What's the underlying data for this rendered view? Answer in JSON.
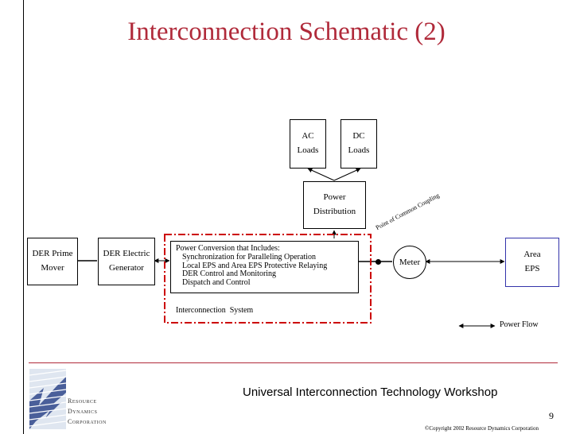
{
  "slide": {
    "title": "Interconnection Schematic (2)",
    "page_number": "9",
    "copyright": "©Copyright 2002 Resource Dynamics Corporation",
    "footer_title": "Universal Interconnection Technology Workshop",
    "title_color": "#b02a3a"
  },
  "diagram": {
    "ac_loads": [
      "AC",
      "Loads"
    ],
    "dc_loads": [
      "DC",
      "Loads"
    ],
    "power_distribution": [
      "Power",
      "Distribution"
    ],
    "der_prime_mover": [
      "DER Prime",
      "Mover"
    ],
    "der_generator": [
      "DER Electric",
      "Generator"
    ],
    "power_conversion": {
      "heading": "Power Conversion that Includes:",
      "items": [
        "Synchronization for Paralleling Operation",
        "Local EPS and Area EPS Protective Relaying",
        "DER Control and Monitoring",
        "Dispatch and Control"
      ]
    },
    "interconnection_system": "Interconnection  System",
    "point_of_common_coupling": "Point of Common Coupling",
    "meter": "Meter",
    "area_eps": [
      "Area",
      "EPS"
    ],
    "legend_power_flow": "Power Flow",
    "colors": {
      "interconnection_border": "#cc0000",
      "area_eps_border": "#3333aa"
    }
  },
  "logo": {
    "lines": [
      "Resource",
      "Dynamics",
      "Corporation"
    ],
    "icon": "striped-lightning-logo"
  }
}
